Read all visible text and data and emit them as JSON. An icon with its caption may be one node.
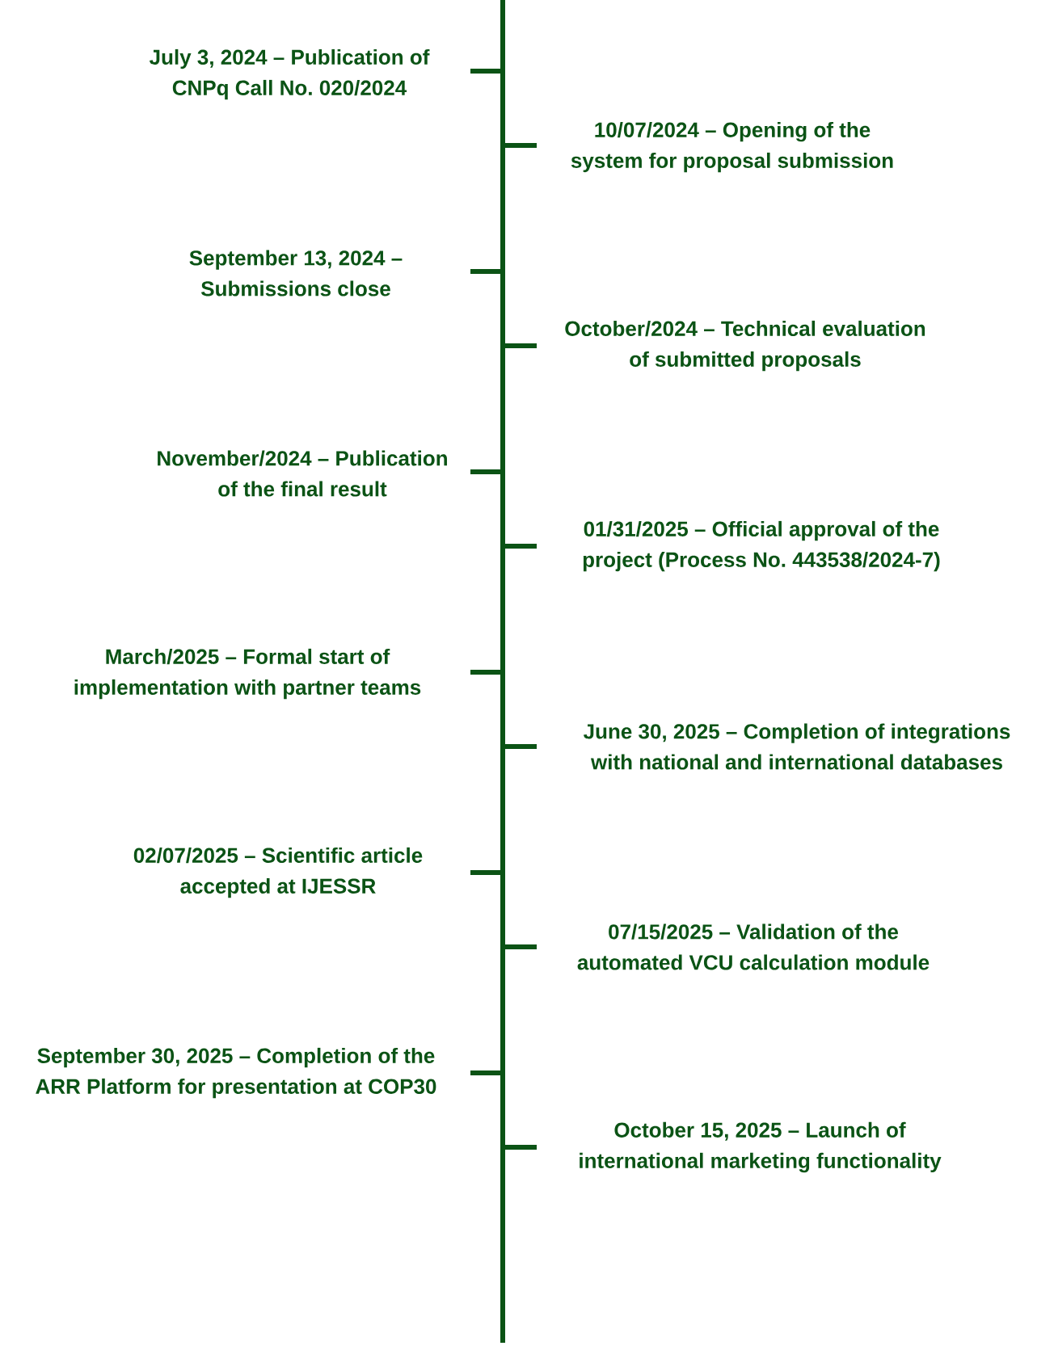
{
  "diagram": {
    "labels": [
      "July 3, 2024 – Publication of CNPq Call No. 020/2024",
      "10/07/2024 – Opening of the system for proposal submission",
      "September 13, 2024 – Submissions close",
      "October/2024 – Technical evaluation of submitted proposals",
      "November/2024 – Publication of the final result",
      "01/31/2025 – Official approval of the project (Process No. 443538/2024-7)",
      "March/2025 – Formal start of implementation with partner teams",
      "June 30, 2025 – Completion of integrations with national and international databases",
      "02/07/2025 – Scientific article accepted at IJESSR",
      "07/15/2025 – Validation of the automated VCU calculation module",
      "September 30, 2025 – Completion of the ARR Platform for presentation at COP30",
      "October 15, 2025 – Launch of international marketing functionality"
    ]
  }
}
